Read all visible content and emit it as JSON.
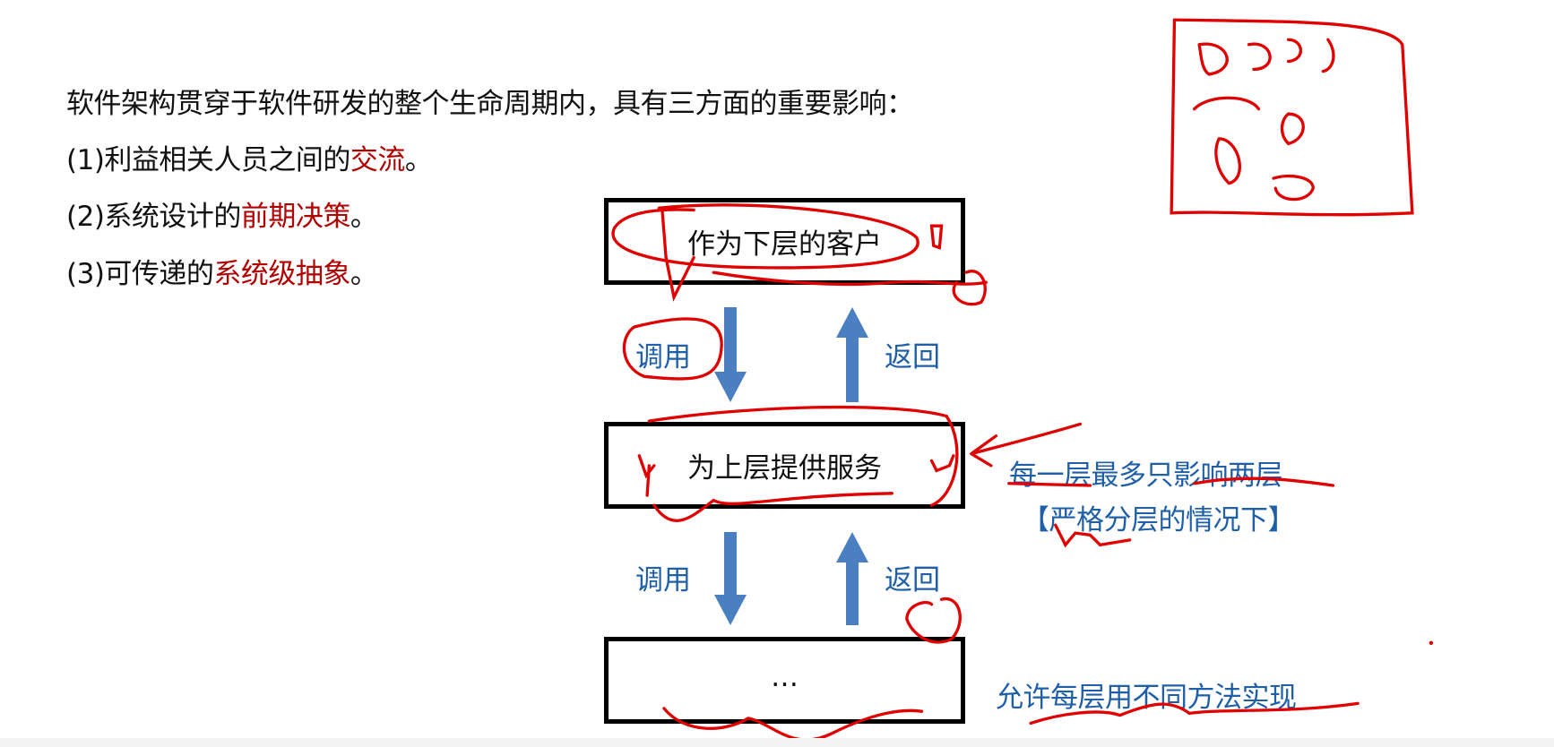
{
  "intro": {
    "heading": "软件架构贯穿于软件研发的整个生命周期内，具有三方面的重要影响：",
    "items": [
      {
        "prefix": "(1)利益相关人员之间的",
        "highlight": "交流",
        "suffix": "。"
      },
      {
        "prefix": "(2)系统设计的",
        "highlight": "前期决策",
        "suffix": "。"
      },
      {
        "prefix": "(3)可传递的",
        "highlight": "系统级抽象",
        "suffix": "。"
      }
    ]
  },
  "diagram": {
    "layers": [
      "作为下层的客户",
      "为上层提供服务",
      "…"
    ],
    "call_label": "调用",
    "return_label": "返回"
  },
  "notes": {
    "note1": "每一层最多只影响两层",
    "note2": "【严格分层的情况下】",
    "note3": "允许每层用不同方法实现"
  },
  "colors": {
    "highlight": "#b00000",
    "label": "#1f5fa8",
    "arrow": "#4a7fc1",
    "ink": "#e00000"
  }
}
